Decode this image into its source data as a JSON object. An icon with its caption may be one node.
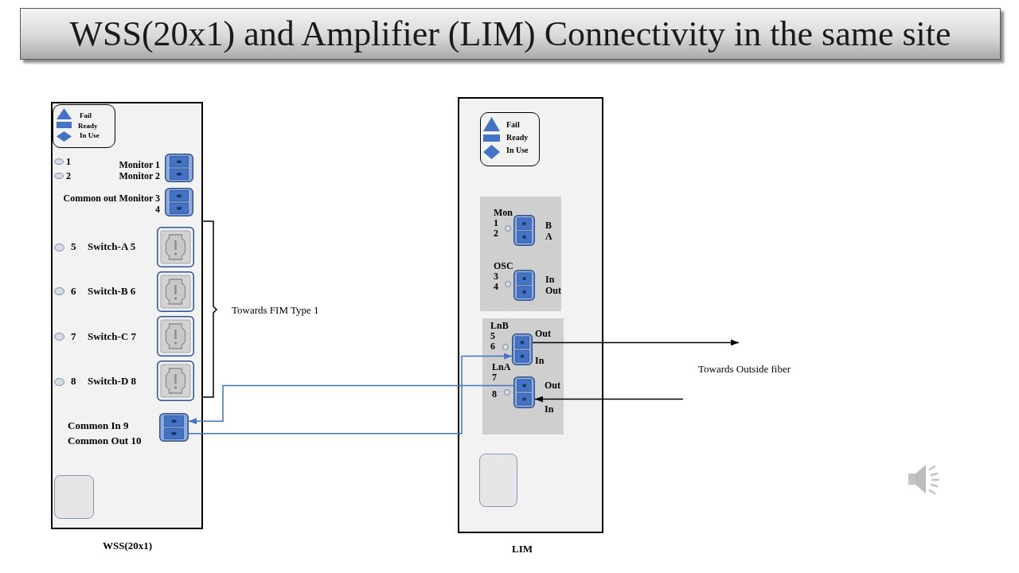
{
  "diagram": {
    "title": "WSS(20x1) and Amplifier (LIM) Connectivity in the same site",
    "nodes": [
      {
        "text": [
          "WSS(20x1)"
        ]
      },
      {
        "text": [],
        "shape": "box",
        "in": 0,
        "beside": [
          "Monitor 1",
          "Monitor 2"
        ]
      },
      {
        "text": [],
        "shape": "box",
        "in": 0,
        "beside": [
          "Common out Monitor 3",
          "4"
        ]
      },
      {
        "text": [],
        "shape": "box",
        "in": 0,
        "beside": [
          "Switch-A 5"
        ]
      },
      {
        "text": [],
        "shape": "box",
        "in": 0,
        "beside": [
          "Switch-B 6"
        ]
      },
      {
        "text": [],
        "shape": "box",
        "in": 0,
        "beside": [
          "Switch-C 7"
        ]
      },
      {
        "text": [],
        "shape": "box",
        "in": 0,
        "beside": [
          "Switch-D 8"
        ]
      },
      {
        "text": [],
        "shape": "box",
        "in": 0,
        "beside": [
          "Common In 9",
          "Common Out 10"
        ]
      },
      {
        "text": [
          "LIM"
        ]
      },
      {
        "text": [],
        "shape": "box",
        "in": 8
      },
      {
        "text": [],
        "shape": "box",
        "in": 9,
        "beside": [
          "Mon",
          "1",
          "2",
          "B",
          "A"
        ]
      },
      {
        "text": [],
        "shape": "box",
        "in": 9,
        "beside": [
          "OSC",
          "3",
          "4",
          "In",
          "Out"
        ]
      },
      {
        "text": [],
        "shape": "box",
        "in": 8
      },
      {
        "text": [],
        "shape": "box",
        "in": 12,
        "beside": [
          "LnB",
          "5",
          "6",
          "Out",
          "In"
        ]
      },
      {
        "text": [],
        "shape": "box",
        "in": 12,
        "beside": [
          "LnA",
          "7",
          "8",
          "Out",
          "In"
        ]
      }
    ],
    "edges": [
      {
        "from": 7,
        "to": 13,
        "arrow": "to",
        "color": "#4472c4"
      },
      {
        "from": 14,
        "to": 7,
        "arrow": "to",
        "color": "#4472c4"
      },
      {
        "from": 13,
        "to": null,
        "arrow": "to",
        "color": "#000000"
      },
      {
        "from": null,
        "to": 14,
        "arrow": "to",
        "color": "#000000"
      }
    ],
    "labels": [
      "1",
      "2",
      "5",
      "6",
      "7",
      "8",
      "Towards FIM Type 1",
      "Towards Outside fiber"
    ],
    "legend": [
      {
        "text": "Fail"
      },
      {
        "text": "Ready"
      },
      {
        "text": "In Use"
      },
      {
        "text": "Fail"
      },
      {
        "text": "Ready"
      },
      {
        "text": "In Use"
      }
    ]
  }
}
